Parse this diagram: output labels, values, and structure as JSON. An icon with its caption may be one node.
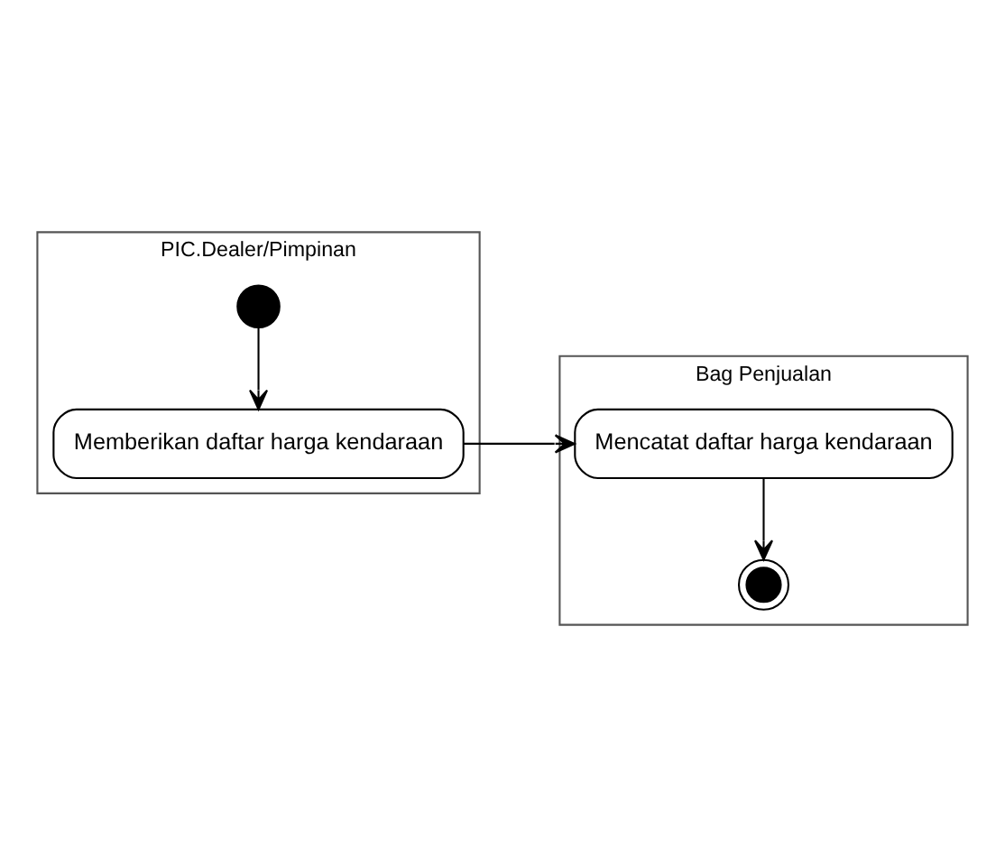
{
  "diagram": {
    "nodes": [
      {
        "text": [
          "PIC.Dealer/Pimpinan"
        ]
      },
      {
        "text": [
          "Bag Penjualan"
        ]
      },
      {
        "text": [],
        "shape": "circle",
        "in": 0
      },
      {
        "text": [
          "Memberikan daftar harga kendaraan"
        ],
        "in": 0
      },
      {
        "text": [
          "Mencatat daftar harga kendaraan"
        ],
        "in": 1
      },
      {
        "text": [],
        "shape": "circle",
        "in": 1
      }
    ],
    "edges": [
      {
        "from": 2,
        "to": 3,
        "arrow": "to"
      },
      {
        "from": 3,
        "to": 4,
        "arrow": "to"
      },
      {
        "from": 4,
        "to": 5,
        "arrow": "to"
      }
    ]
  }
}
